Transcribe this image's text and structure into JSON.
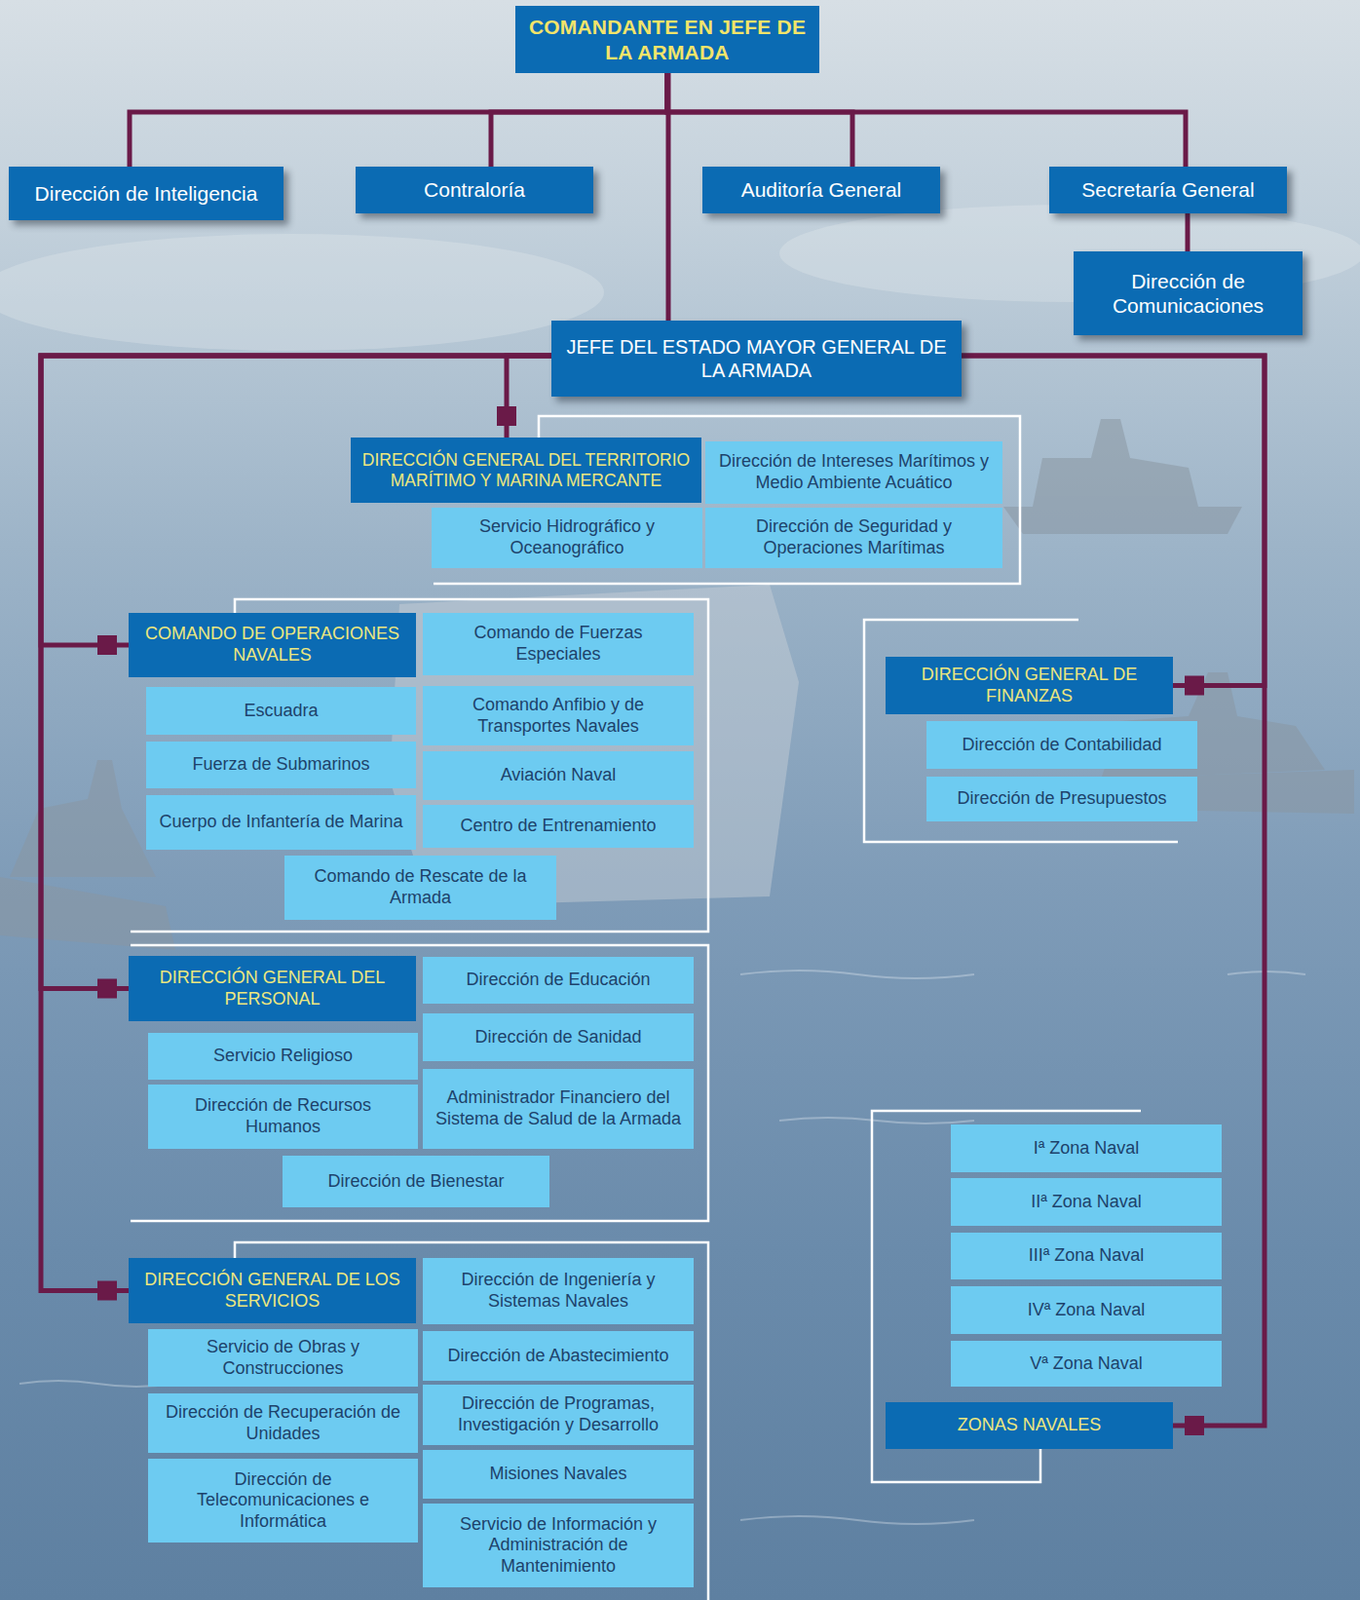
{
  "diagram": {
    "nodes": [
      {
        "text": [
          "COMANDANTE EN JEFE DE LA ARMADA"
        ]
      },
      {
        "text": [
          "Dirección de Inteligencia"
        ]
      },
      {
        "text": [
          "Contraloría"
        ]
      },
      {
        "text": [
          "Auditoría General"
        ]
      },
      {
        "text": [
          "Secretaría General"
        ]
      },
      {
        "text": [
          "Dirección de Comunicaciones"
        ]
      },
      {
        "text": [
          "JEFE DEL ESTADO MAYOR GENERAL DE LA ARMADA"
        ]
      },
      {
        "text": [
          "DIRECCIÓN GENERAL DEL TERRITORIO MARÍTIMO Y MARINA MERCANTE"
        ]
      },
      {
        "text": [
          "Dirección de Intereses Marítimos y Medio Ambiente Acuático"
        ]
      },
      {
        "text": [
          "Servicio Hidrográfico y Oceanográfico"
        ]
      },
      {
        "text": [
          "Dirección de Seguridad y Operaciones Marítimas"
        ]
      },
      {
        "text": [
          "COMANDO DE OPERACIONES NAVALES"
        ]
      },
      {
        "text": [
          "Comando de Fuerzas Especiales"
        ]
      },
      {
        "text": [
          "Escuadra"
        ]
      },
      {
        "text": [
          "Comando Anfibio y de Transportes Navales"
        ]
      },
      {
        "text": [
          "Fuerza de Submarinos"
        ]
      },
      {
        "text": [
          "Aviación Naval"
        ]
      },
      {
        "text": [
          "Cuerpo de Infantería de Marina"
        ]
      },
      {
        "text": [
          "Centro de Entrenamiento"
        ]
      },
      {
        "text": [
          "Comando de Rescate de la Armada"
        ]
      },
      {
        "text": [
          "DIRECCIÓN GENERAL DE FINANZAS"
        ]
      },
      {
        "text": [
          "Dirección de Contabilidad"
        ]
      },
      {
        "text": [
          "Dirección de Presupuestos"
        ]
      },
      {
        "text": [
          "DIRECCIÓN GENERAL DEL PERSONAL"
        ]
      },
      {
        "text": [
          "Dirección de Educación"
        ]
      },
      {
        "text": [
          "Servicio Religioso"
        ]
      },
      {
        "text": [
          "Dirección de Sanidad"
        ]
      },
      {
        "text": [
          "Dirección de Recursos Humanos"
        ]
      },
      {
        "text": [
          "Administrador Financiero del Sistema de Salud de la Armada"
        ]
      },
      {
        "text": [
          "Dirección de Bienestar"
        ]
      },
      {
        "text": [
          "Iª Zona Naval"
        ]
      },
      {
        "text": [
          "IIª Zona Naval"
        ]
      },
      {
        "text": [
          "IIIª Zona Naval"
        ]
      },
      {
        "text": [
          "IVª Zona Naval"
        ]
      },
      {
        "text": [
          "Vª Zona Naval"
        ]
      },
      {
        "text": [
          "DIRECCIÓN GENERAL DE LOS SERVICIOS"
        ]
      },
      {
        "text": [
          "Dirección de Ingeniería y Sistemas Navales"
        ]
      },
      {
        "text": [
          "Servicio de Obras y Construcciones"
        ]
      },
      {
        "text": [
          "Dirección de Abastecimiento"
        ]
      },
      {
        "text": [
          "Dirección de Recuperación de Unidades"
        ]
      },
      {
        "text": [
          "Dirección de Programas, Investigación y Desarrollo"
        ]
      },
      {
        "text": [
          "Misiones Navales"
        ]
      },
      {
        "text": [
          "Dirección de Telecomunicaciones e Informática"
        ]
      },
      {
        "text": [
          "Servicio de Información y Administración de Mantenimiento"
        ]
      },
      {
        "text": [
          "ZONAS NAVALES"
        ]
      }
    ],
    "edges": [
      {
        "from": 0,
        "to": 1,
        "arrow": "none"
      },
      {
        "from": 0,
        "to": 2,
        "arrow": "none"
      },
      {
        "from": 0,
        "to": 3,
        "arrow": "none"
      },
      {
        "from": 0,
        "to": 4,
        "arrow": "none"
      },
      {
        "from": 4,
        "to": 5,
        "arrow": "none"
      },
      {
        "from": 0,
        "to": 6,
        "arrow": "none"
      },
      {
        "from": 6,
        "to": 7,
        "arrow": "none"
      },
      {
        "from": 6,
        "to": 11,
        "arrow": "none"
      },
      {
        "from": 6,
        "to": 23,
        "arrow": "none"
      },
      {
        "from": 6,
        "to": 35,
        "arrow": "none"
      },
      {
        "from": 6,
        "to": 20,
        "arrow": "none"
      },
      {
        "from": 6,
        "to": 44,
        "arrow": "none"
      }
    ]
  }
}
